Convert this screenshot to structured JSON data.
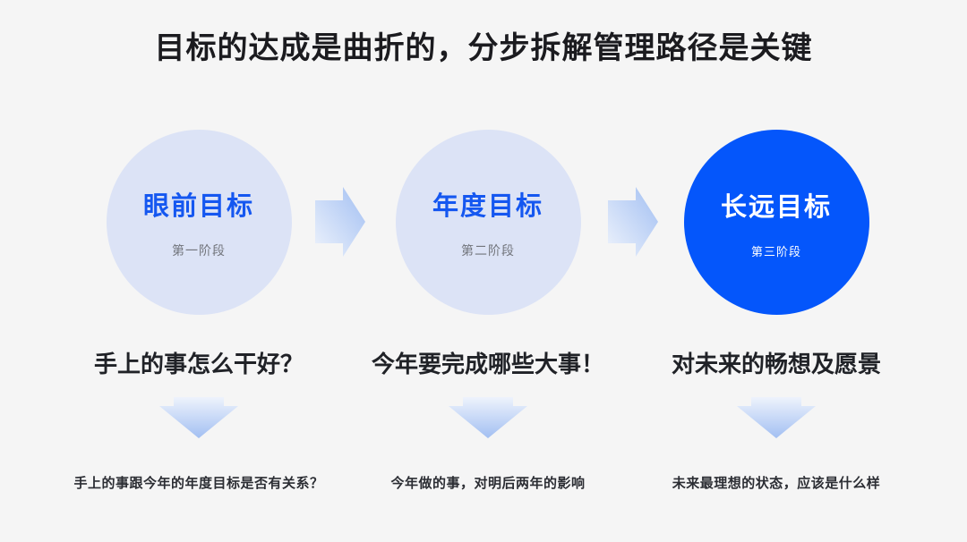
{
  "page": {
    "title": "目标的达成是曲折的，分步拆解管理路径是关键"
  },
  "colors": {
    "page_bg": "#f5f5f5",
    "accent_blue": "#0456fb",
    "light_circle": "#dce3f6",
    "circle_text_blue": "#1557f0",
    "phase_gray": "#72757c",
    "arrow_blue_strong": "#a2bff2",
    "arrow_blue_faint": "#eef3fc"
  },
  "stages": [
    {
      "name": "眼前目标",
      "phase": "第一阶段",
      "question": "手上的事怎么干好？",
      "note": "手上的事跟今年的年度目标是否有关系？"
    },
    {
      "name": "年度目标",
      "phase": "第二阶段",
      "question": "今年要完成哪些大事！",
      "note": "今年做的事，对明后两年的影响"
    },
    {
      "name": "长远目标",
      "phase": "第三阶段",
      "question": "对未来的畅想及愿景",
      "note": "未来最理想的状态，应该是什么样"
    }
  ],
  "icons": {
    "right_arrow": "right-arrow",
    "down_arrow": "down-arrow"
  }
}
